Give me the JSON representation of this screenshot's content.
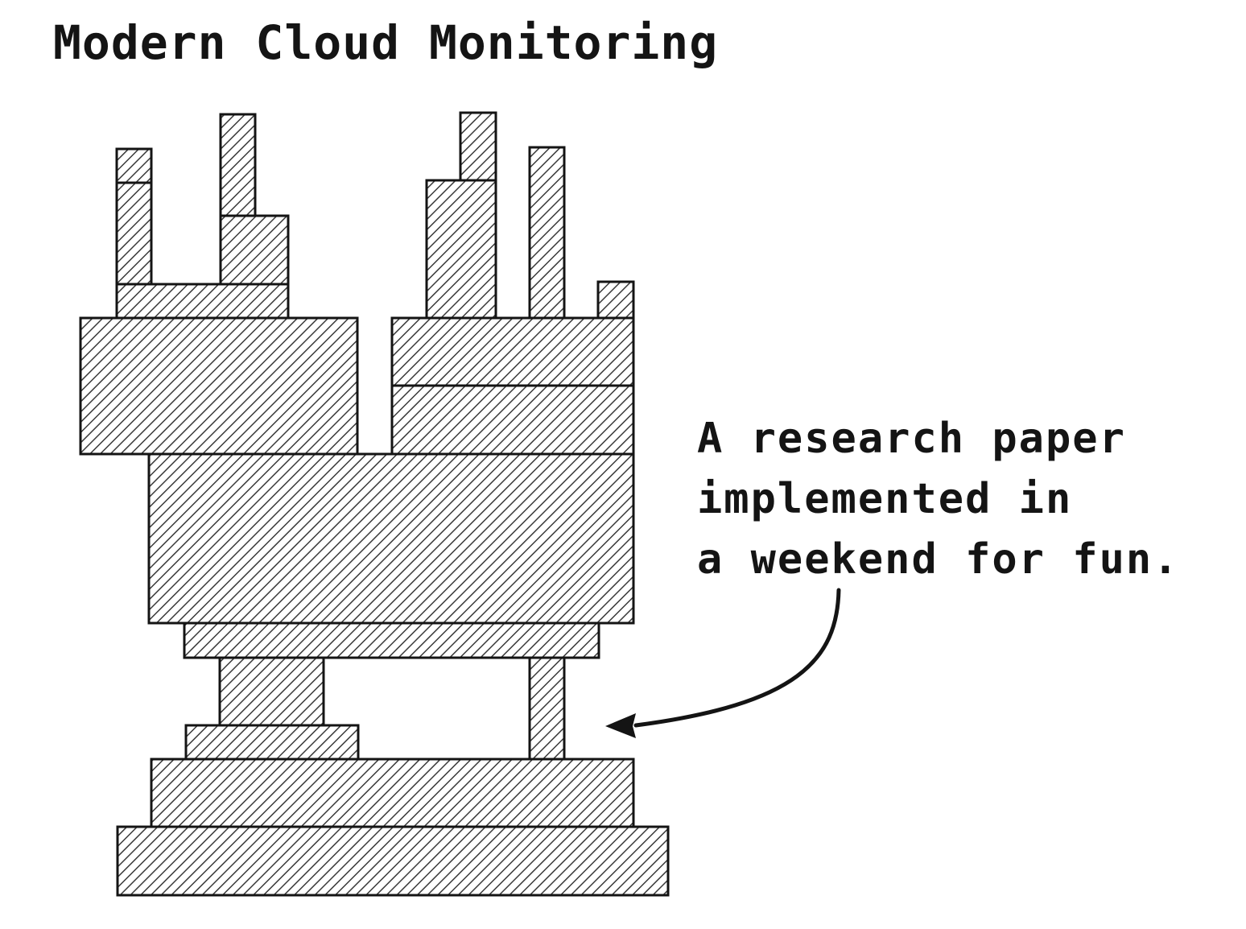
{
  "title": "Modern Cloud Monitoring",
  "caption": {
    "lines": [
      "A research paper",
      "implemented in",
      "a weekend for fun."
    ]
  },
  "colors": {
    "ink": "#141414",
    "background": "#ffffff",
    "hatch": "#3a3a3a"
  },
  "icons": {
    "arrow": "curved-arrow-icon"
  }
}
